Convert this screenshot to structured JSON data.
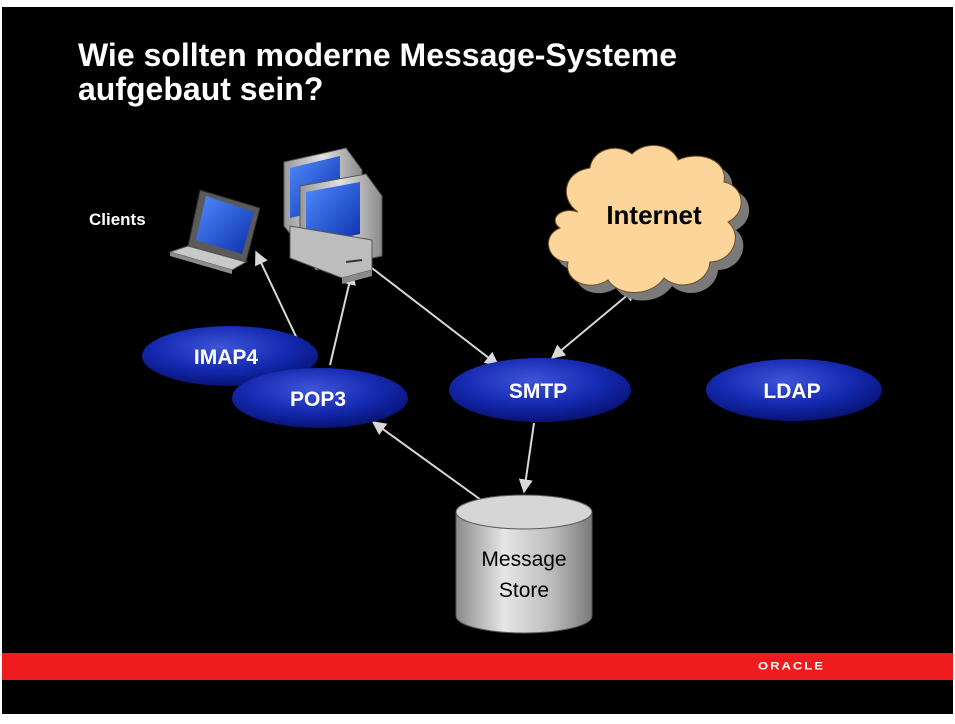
{
  "slide": {
    "title_line1": "Wie sollten moderne Message-Systeme",
    "title_line2": "aufgebaut sein?"
  },
  "diagram": {
    "clients_label": "Clients",
    "internet_label": "Internet",
    "nodes": {
      "imap4": "IMAP4",
      "pop3": "POP3",
      "smtp": "SMTP",
      "ldap": "LDAP"
    },
    "store_line1": "Message",
    "store_line2": "Store",
    "icons": [
      "laptop-icon",
      "desktop-computer-icon",
      "cloud-icon",
      "database-icon"
    ]
  },
  "footer": {
    "logo_text": "ORACLE"
  },
  "colors": {
    "background": "#000000",
    "title": "#ffffff",
    "node_fill": "#0d1f9e",
    "arrow": "#d9d9d9",
    "cloud": "#fcd59a",
    "store": "#c0c0c0",
    "footer_bar": "#ee1c1c"
  }
}
